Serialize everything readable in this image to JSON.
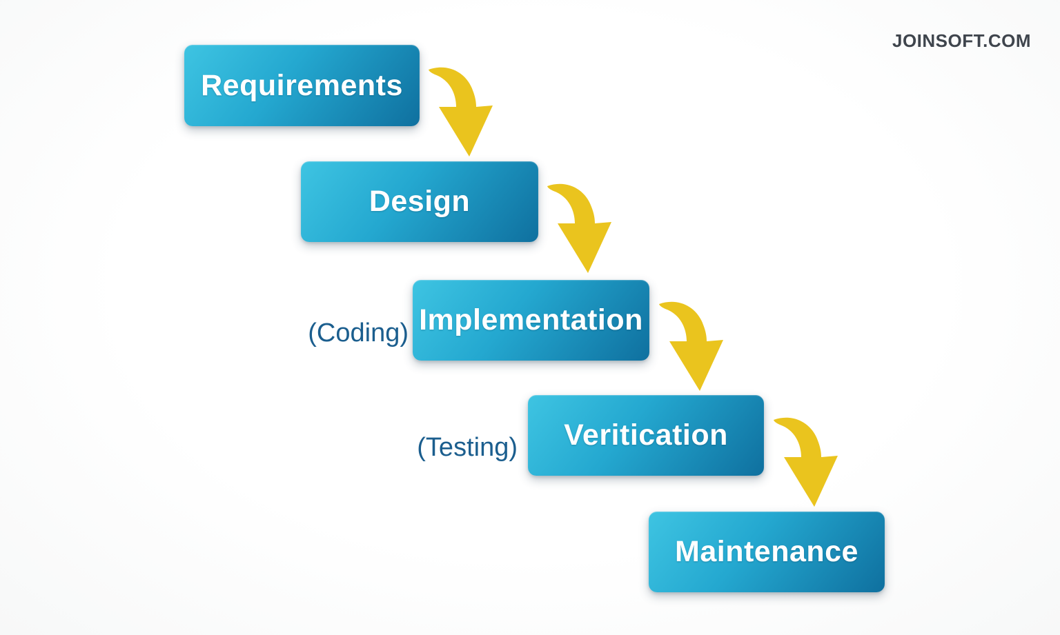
{
  "page": {
    "watermark": "JOINSOFT.COM",
    "background_color": "#fbfcfc"
  },
  "diagram": {
    "type": "waterfall-model-flow",
    "flow_direction": "top-left to bottom-right, cascading steps",
    "connector_style": "curved-down-arrow",
    "steps": [
      {
        "label": "Requirements",
        "side_label": ""
      },
      {
        "label": "Design",
        "side_label": ""
      },
      {
        "label": "Implementation",
        "side_label": "(Coding)"
      },
      {
        "label": "Veritication",
        "side_label": "(Testing)"
      },
      {
        "label": "Maintenance",
        "side_label": ""
      }
    ],
    "colors": {
      "box_gradient_start": "#3ec4e2",
      "box_gradient_end": "#0f709f",
      "box_text": "#ffffff",
      "arrow": "#eac41e",
      "side_label_text": "#1b5e8e",
      "watermark_text": "#3f454d"
    }
  }
}
